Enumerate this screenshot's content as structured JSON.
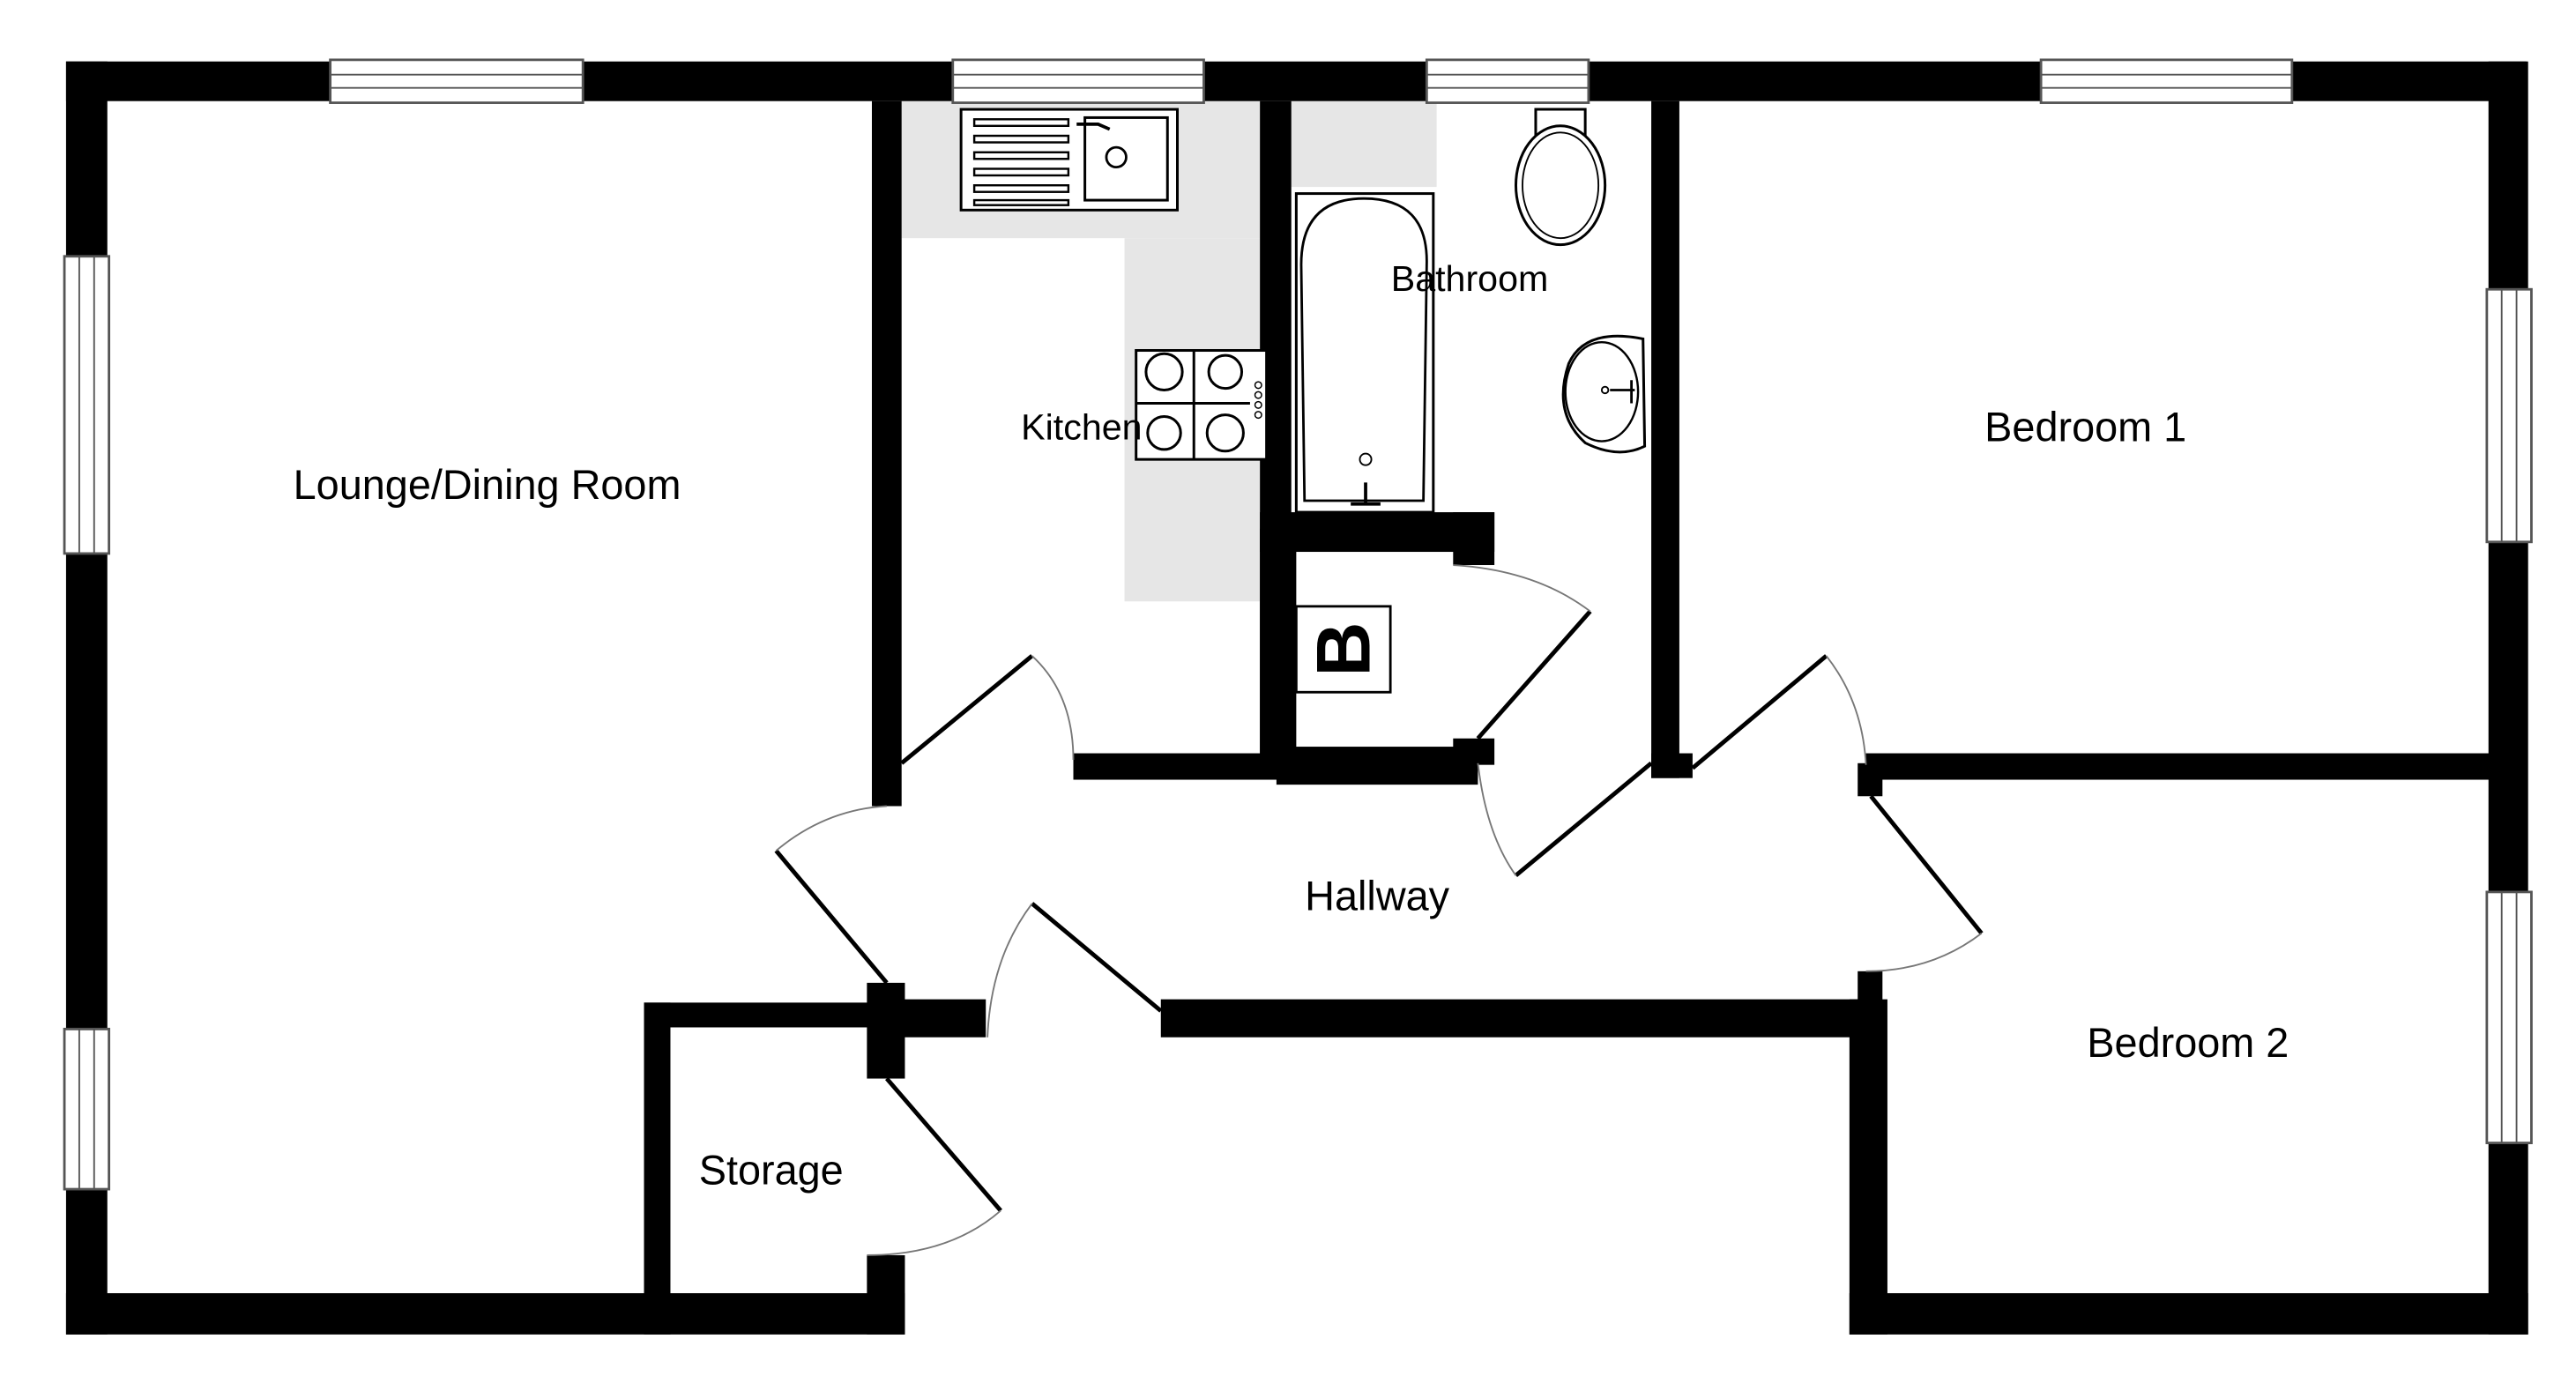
{
  "rooms": {
    "lounge": "Lounge/Dining Room",
    "kitchen": "Kitchen",
    "bathroom": "Bathroom",
    "bedroom1": "Bedroom 1",
    "bedroom2": "Bedroom 2",
    "hallway": "Hallway",
    "storage": "Storage"
  },
  "boiler_label": "B",
  "colors": {
    "wall": "#000000",
    "worktop": "#e6e6e6"
  }
}
